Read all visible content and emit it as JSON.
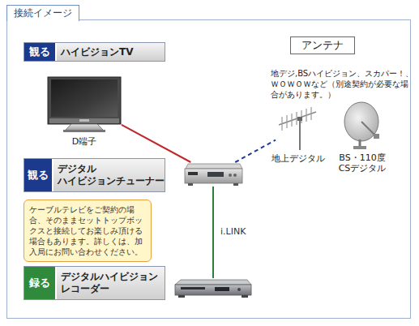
{
  "diagram": {
    "title": "接続イメージ",
    "nodes": [
      {
        "text": [
          "観る",
          "ハイビジョンTV"
        ]
      },
      {
        "text": [
          "アンテナ"
        ]
      },
      {
        "text": [
          "D端子"
        ]
      },
      {
        "text": [
          "地上デジタル"
        ]
      },
      {
        "text": [
          "BS・110度 CSデジタル"
        ]
      },
      {
        "text": [
          "観る",
          "デジタル ハイビジョンチューナー"
        ]
      },
      {
        "text": []
      },
      {
        "text": [
          "ケーブルテレビをご契約の場合、そのままセットトップボックスと接続してお楽しみ頂ける場合もあります。詳しくは、加入局にお問い合わせください。"
        ]
      },
      {
        "text": [
          "録る",
          "デジタルハイビジョン レコーダー"
        ]
      },
      {
        "text": []
      }
    ],
    "edges": [
      {
        "from": 2,
        "to": 6,
        "arrow": "none"
      },
      {
        "from": 6,
        "to": 3,
        "arrow": "none"
      },
      {
        "from": 6,
        "to": 9,
        "label": "i.LINK",
        "arrow": "none"
      }
    ],
    "labels": [
      "地デジ,BSハイビジョン、スカパー！、ＷＯＷＯＷなど（別途契約が必要な場合があります。）"
    ]
  }
}
